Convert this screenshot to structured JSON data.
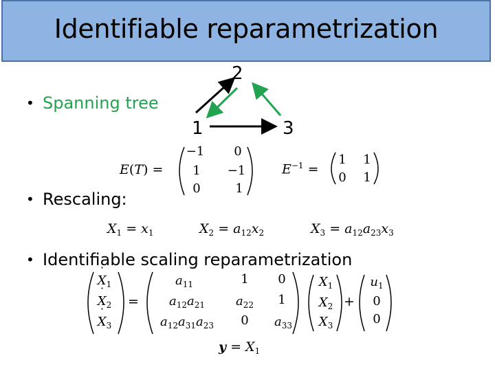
{
  "title": "Identifiable reparametrization",
  "bullets": {
    "spanning_tree": "Spanning tree",
    "rescaling": "Rescaling:",
    "identifiable": "Identifiable scaling reparametrization"
  },
  "graph": {
    "node_1": "1",
    "node_2": "2",
    "node_3": "3",
    "tree_color": "#22a350",
    "edge_color": "#000000"
  },
  "incidence": {
    "label_E": "E",
    "label_T": "T",
    "equals": "=",
    "rows": [
      [
        "−1",
        "0"
      ],
      [
        "1",
        "−1"
      ],
      [
        "0",
        "1"
      ]
    ],
    "label_inv": "E",
    "inv_sup": "−1",
    "inv_rows": [
      [
        "1",
        "1"
      ],
      [
        "0",
        "1"
      ]
    ]
  },
  "rescaling_eqs": {
    "eq1": {
      "lhs": "X",
      "lhs_sub": "1",
      "rhs": "x",
      "rhs_sub": "1"
    },
    "eq2": {
      "lhs": "X",
      "lhs_sub": "2",
      "rhs_a": "a",
      "rhs_a_sub": "12",
      "rhs_x": "x",
      "rhs_x_sub": "2"
    },
    "eq3": {
      "lhs": "X",
      "lhs_sub": "3",
      "rhs_a1": "a",
      "rhs_a1_sub": "12",
      "rhs_a2": "a",
      "rhs_a2_sub": "23",
      "rhs_x": "x",
      "rhs_x_sub": "3"
    }
  },
  "system": {
    "lhs": [
      "X",
      "X",
      "X"
    ],
    "lhs_subs": [
      "1",
      "2",
      "3"
    ],
    "matrix": [
      [
        "a11",
        "1",
        "0"
      ],
      [
        "a12a21",
        "a22",
        "1"
      ],
      [
        "a12a31a23",
        "0",
        "a33"
      ]
    ],
    "state": [
      "X1",
      "X2",
      "X3"
    ],
    "input": [
      "u1",
      "0",
      "0"
    ],
    "plus": "+",
    "output_lhs": "y",
    "output_rhs": "X",
    "output_sub": "1"
  }
}
